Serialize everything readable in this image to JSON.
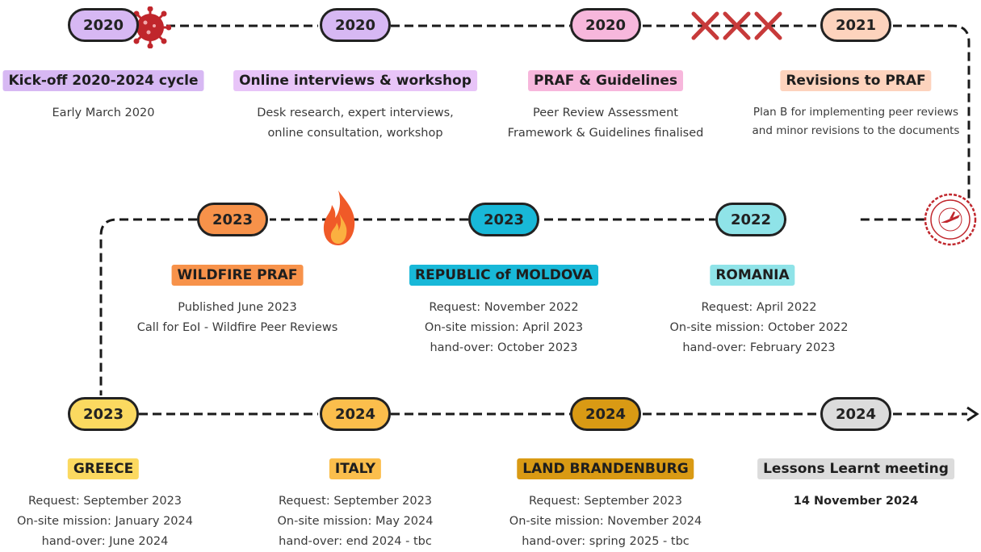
{
  "colors": {
    "violet": "#d7b8f3",
    "pink": "#f7b7dc",
    "peach": "#fdd3bd",
    "cyan": "#18b8d8",
    "lightcyan": "#8fe3e8",
    "orange": "#f7924a",
    "yellow": "#fbd960",
    "mustard": "#fbbe4c",
    "gold": "#d99a14",
    "grey": "#dcdcdc",
    "red": "#cc2a2a"
  },
  "milestones": [
    {
      "year": "2020",
      "title": "Kick-off 2020-2024 cycle",
      "lines": [
        "Early March 2020"
      ]
    },
    {
      "year": "2020",
      "title": "Online interviews & workshop",
      "lines": [
        "Desk research, expert interviews,",
        "online consultation, workshop"
      ]
    },
    {
      "year": "2020",
      "title": "PRAF & Guidelines",
      "lines": [
        "Peer Review Assessment",
        "Framework & Guidelines finalised"
      ]
    },
    {
      "year": "2021",
      "title": "Revisions to PRAF",
      "lines": [
        "Plan B for implementing peer reviews",
        "and minor revisions to the documents"
      ]
    },
    {
      "year": "2022",
      "title": "ROMANIA",
      "lines": [
        "Request: April 2022",
        "On-site mission: October 2022",
        "hand-over: February 2023"
      ]
    },
    {
      "year": "2023",
      "title": "REPUBLIC of MOLDOVA",
      "lines": [
        "Request: November 2022",
        "On-site mission: April 2023",
        "hand-over: October 2023"
      ]
    },
    {
      "year": "2023",
      "title": "WILDFIRE PRAF",
      "lines": [
        "Published June 2023",
        "Call for EoI - Wildfire Peer Reviews"
      ]
    },
    {
      "year": "2023",
      "title": "GREECE",
      "lines": [
        "Request: September 2023",
        "On-site mission: January 2024",
        "hand-over: June 2024"
      ]
    },
    {
      "year": "2024",
      "title": "ITALY",
      "lines": [
        "Request: September 2023",
        "On-site mission: May 2024",
        "hand-over: end 2024 - tbc"
      ]
    },
    {
      "year": "2024",
      "title": "LAND BRANDENBURG",
      "lines": [
        "Request: September 2023",
        "On-site mission: November 2024",
        "hand-over: spring 2025 - tbc"
      ]
    },
    {
      "year": "2024",
      "title": "Lessons Learnt meeting",
      "lines": [
        "14 November 2024"
      ]
    }
  ],
  "icons": {
    "virus": "virus-icon",
    "cross_marks": "cross-marks-icon",
    "stamp": "travel-stamp-icon",
    "fire": "fire-icon",
    "arrow": "arrow-head-icon"
  }
}
